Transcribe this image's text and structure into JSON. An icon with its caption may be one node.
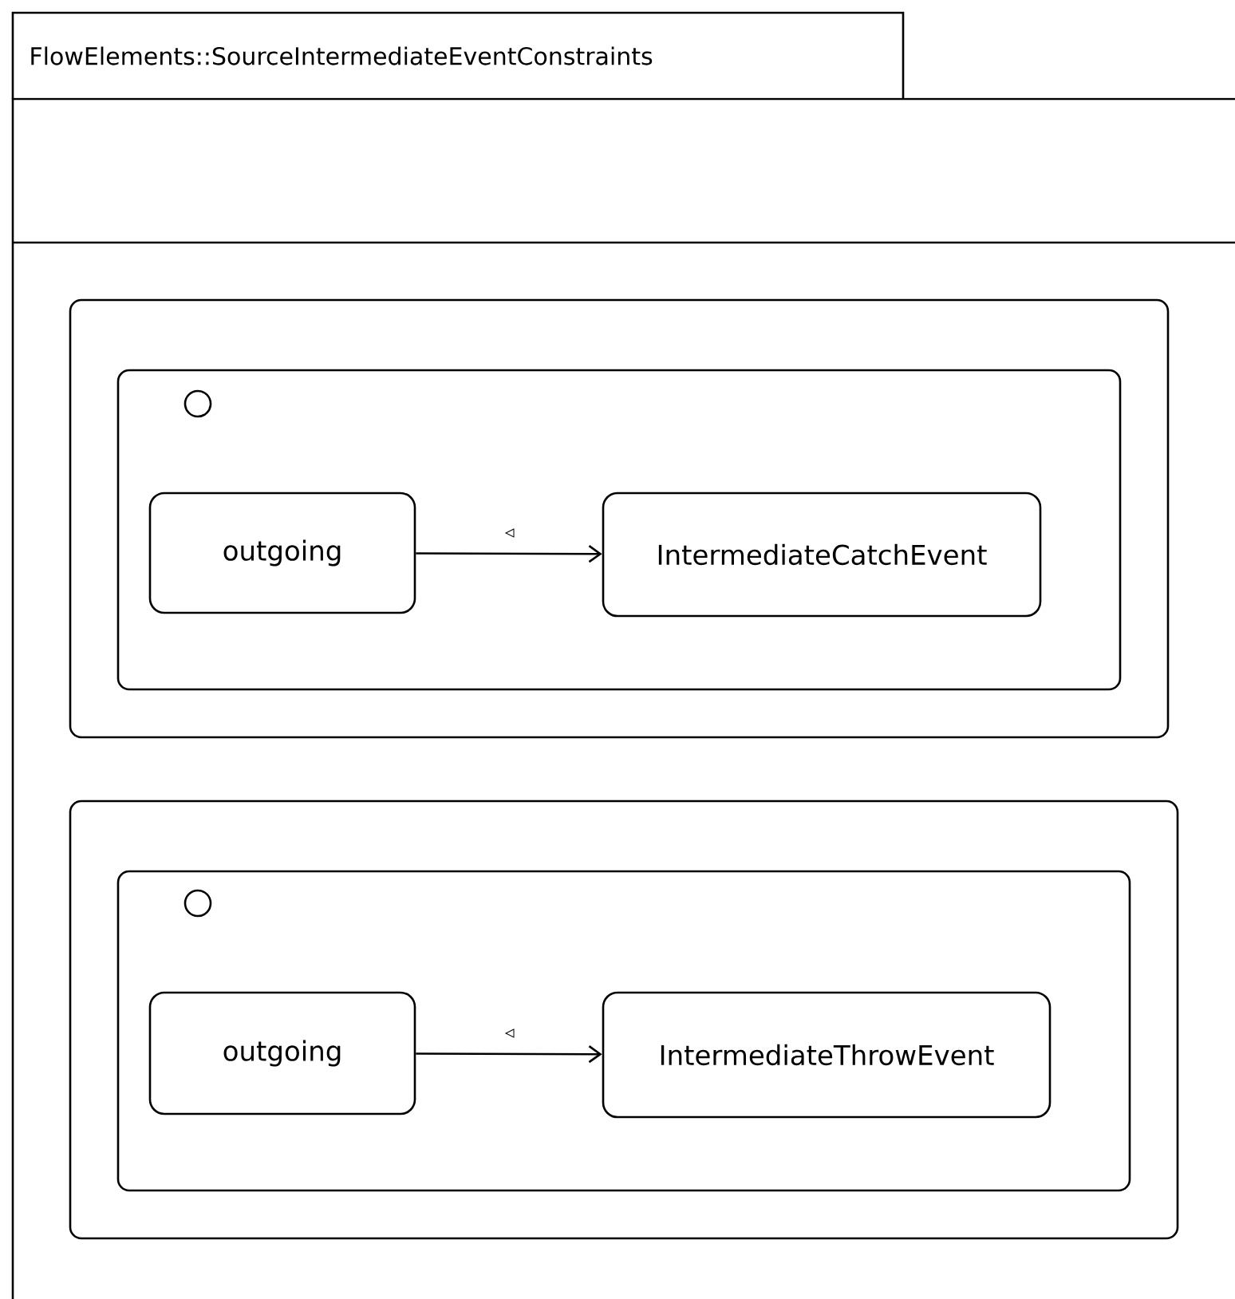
{
  "diagram": {
    "title": "FlowElements::SourceIntermediateEventConstraints",
    "nodes": [
      {
        "text": [],
        "shape": "box"
      },
      {
        "text": [],
        "shape": "box",
        "in": 0
      },
      {
        "text": [],
        "shape": "circle",
        "in": 1
      },
      {
        "text": [
          "outgoing"
        ],
        "in": 1
      },
      {
        "text": [
          "IntermediateCatchEvent"
        ],
        "in": 1
      },
      {
        "text": [],
        "shape": "box"
      },
      {
        "text": [],
        "shape": "box",
        "in": 5
      },
      {
        "text": [],
        "shape": "circle",
        "in": 6
      },
      {
        "text": [
          "outgoing"
        ],
        "in": 6
      },
      {
        "text": [
          "IntermediateThrowEvent"
        ],
        "in": 6
      }
    ],
    "edges": [
      {
        "from": 3,
        "to": 4,
        "arrow": "to"
      },
      {
        "from": 8,
        "to": 9,
        "arrow": "to"
      }
    ]
  }
}
